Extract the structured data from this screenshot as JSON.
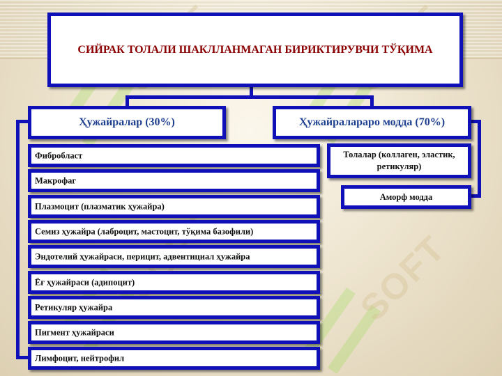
{
  "title": "СИЙРАК ТОЛАЛИ ШАКЛЛАНМАГАН БИРИКТИРУВЧИ ТЎҚИМА",
  "left_header": "Ҳужайралар (30%)",
  "right_header": "Ҳужайралараро модда (70%)",
  "cells": [
    "Фибробласт",
    "Макрофаг",
    "Плазмоцит (плазматик ҳужайра)",
    "Семиз ҳужайра (лаброцит, мастоцит, тўқима базофили)",
    "Эндотелий ҳужайраси, перицит, адвентициал ҳужайра",
    "Ёғ ҳужайраси (адипоцит)",
    "Ретикуляр ҳужайра",
    "Пигмент ҳужайраси",
    "Лимфоцит, нейтрофил"
  ],
  "substance": [
    "Толалар (коллаген, эластик, ретикуляр)",
    "Аморф модда"
  ],
  "watermark": "SOFT",
  "colors": {
    "border": "#1010b8",
    "title": "#8b0000",
    "header": "#1f3f8f"
  }
}
